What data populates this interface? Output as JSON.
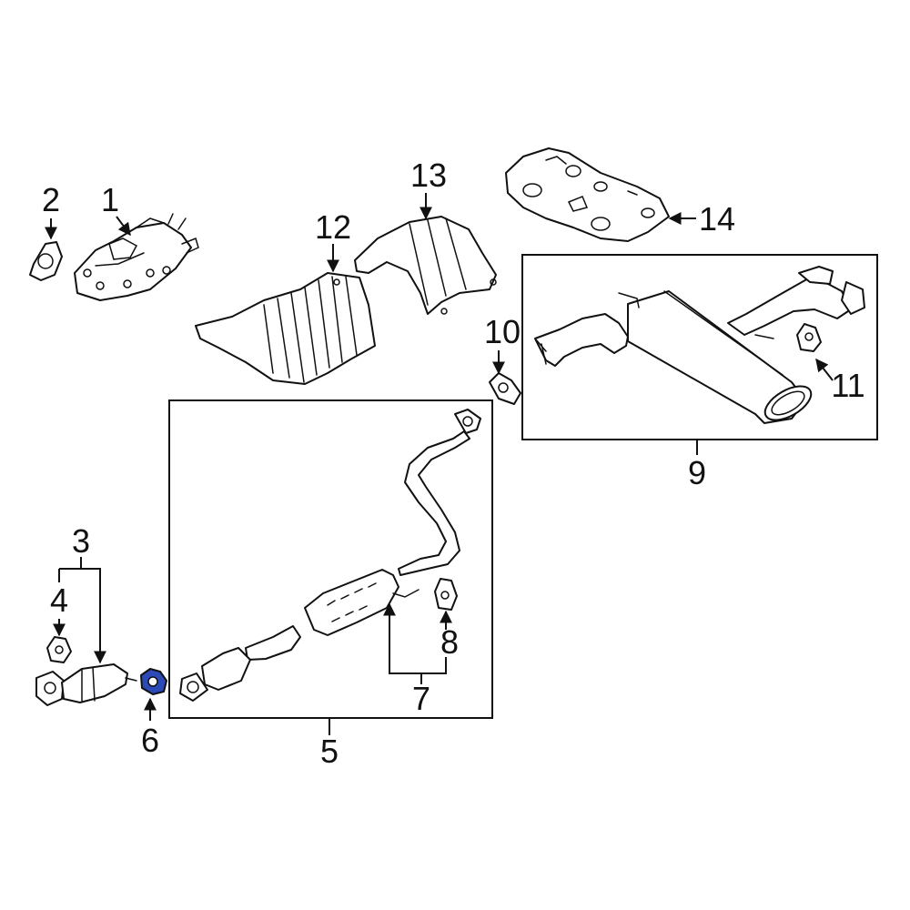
{
  "diagram": {
    "highlight_color": "#2b4ab8",
    "callouts": {
      "c1": "1",
      "c2": "2",
      "c3": "3",
      "c4": "4",
      "c5": "5",
      "c6": "6",
      "c7": "7",
      "c8": "8",
      "c9": "9",
      "c10": "10",
      "c11": "11",
      "c12": "12",
      "c13": "13",
      "c14": "14"
    }
  }
}
